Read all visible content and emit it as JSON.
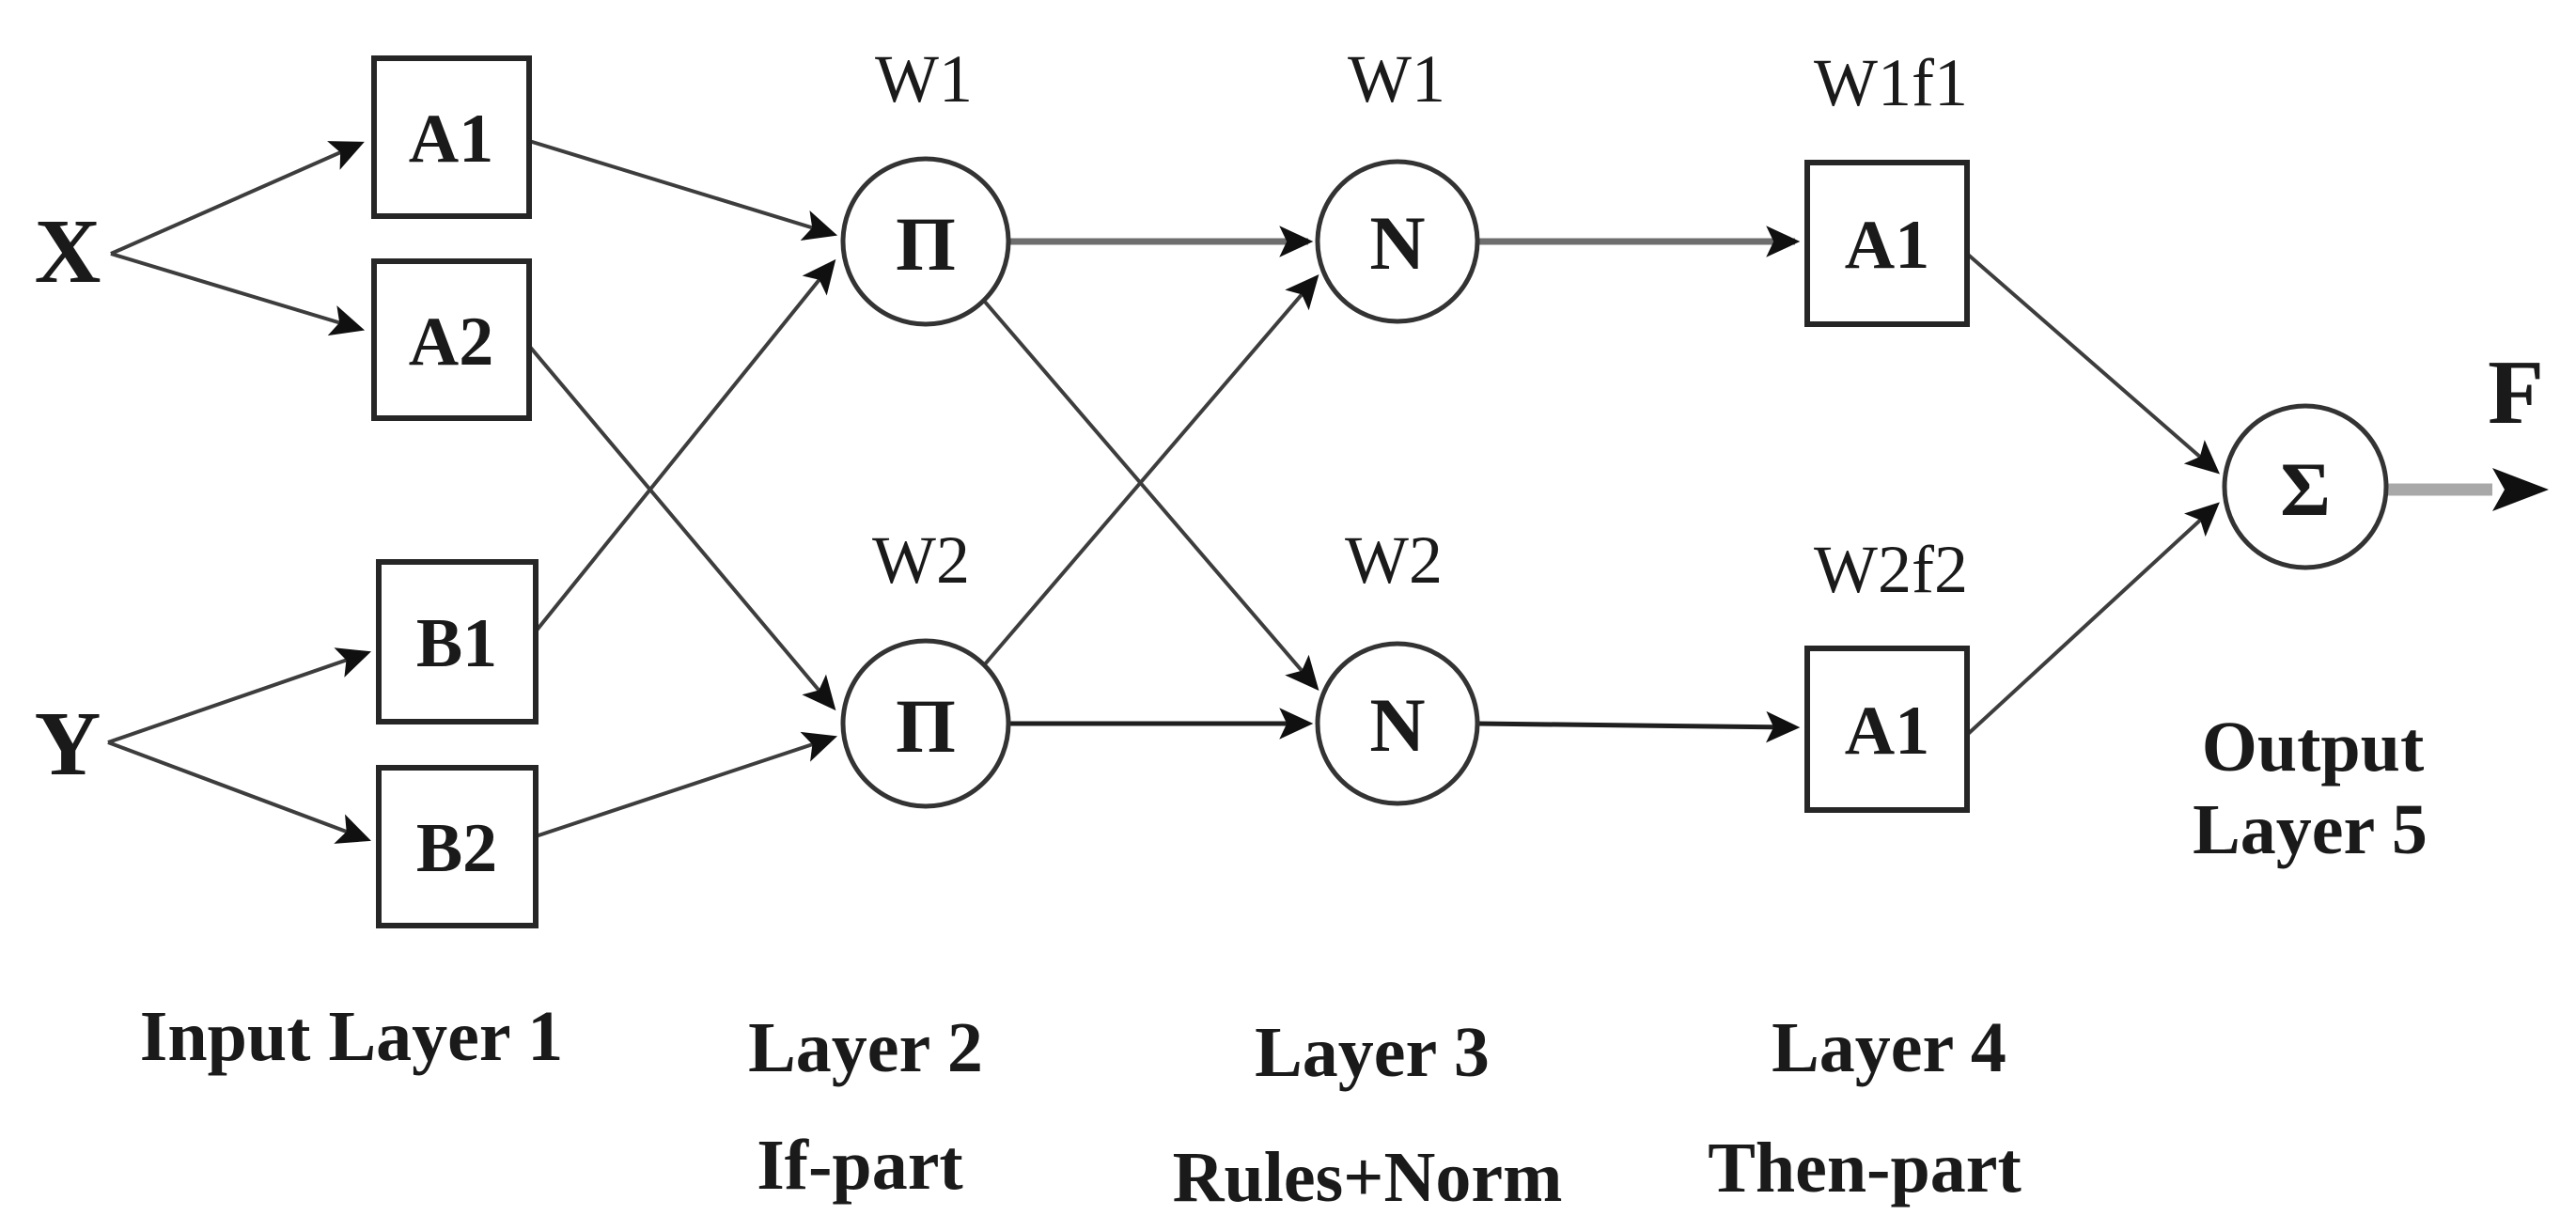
{
  "diagram": {
    "inputs": [
      {
        "label": "X"
      },
      {
        "label": "Y"
      }
    ],
    "layer1": {
      "caption": "Input Layer 1",
      "nodes": [
        {
          "label": "A1"
        },
        {
          "label": "A2"
        },
        {
          "label": "B1"
        },
        {
          "label": "B2"
        }
      ]
    },
    "layer2": {
      "caption": "Layer 2",
      "subcaption": "If-part",
      "nodes": [
        {
          "symbol": "Π",
          "weight": "W1"
        },
        {
          "symbol": "Π",
          "weight": "W2"
        }
      ]
    },
    "layer3": {
      "caption": "Layer 3",
      "subcaption": "Rules+Norm",
      "nodes": [
        {
          "symbol": "N",
          "weight": "W1"
        },
        {
          "symbol": "N",
          "weight": "W2"
        }
      ]
    },
    "layer4": {
      "caption": "Layer 4",
      "subcaption": "Then-part",
      "nodes": [
        {
          "label": "A1",
          "weight": "W1f1"
        },
        {
          "label": "A1",
          "weight": "W2f2"
        }
      ]
    },
    "layer5": {
      "caption_line1": "Output",
      "caption_line2": "Layer 5",
      "node_symbol": "Σ",
      "output_label": "F"
    }
  }
}
